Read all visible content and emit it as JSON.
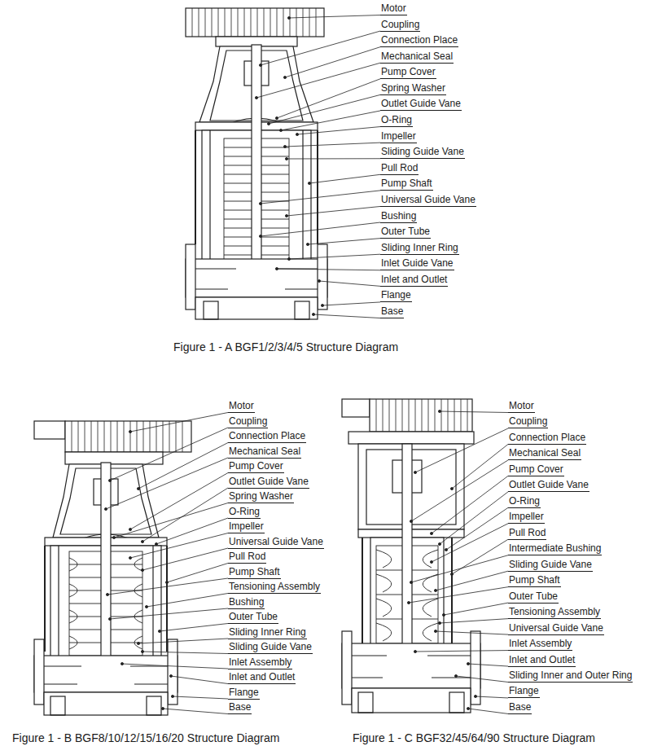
{
  "diagram": {
    "labels": [
      "Motor",
      "Coupling",
      "Connection Place",
      "Mechanical Seal",
      "Pump Cover",
      "Spring Washer",
      "Outlet Guide Vane",
      "O-Ring",
      "Impeller",
      "Sliding Guide Vane",
      "Pull Rod",
      "Pump Shaft",
      "Universal Guide Vane",
      "Bushing",
      "Outer Tube",
      "Sliding Inner Ring",
      "Inlet Guide Vane",
      "Inlet and Outlet",
      "Flange",
      "Base",
      "Figure 1 - A  BGF1/2/3/4/5 Structure Diagram",
      "Motor",
      "Coupling",
      "Connection Place",
      "Mechanical Seal",
      "Pump Cover",
      "Outlet Guide Vane",
      "Spring Washer",
      "O-Ring",
      "Impeller",
      "Universal Guide Vane",
      "Pull Rod",
      "Pump Shaft",
      "Tensioning Assembly",
      "Bushing",
      "Outer Tube",
      "Sliding Inner Ring",
      "Sliding Guide Vane",
      "Inlet Assembly",
      "Inlet and Outlet",
      "Flange",
      "Base",
      "Motor",
      "Coupling",
      "Connection Place",
      "Mechanical Seal",
      "Pump Cover",
      "Outlet Guide Vane",
      "O-Ring",
      "Impeller",
      "Pull Rod",
      "Intermediate Bushing",
      "Sliding Guide Vane",
      "Pump Shaft",
      "Outer Tube",
      "Tensioning Assembly",
      "Universal Guide Vane",
      "Inlet Assembly",
      "Inlet and Outlet",
      "Sliding Inner and Outer Ring",
      "Flange",
      "Base",
      "Figure 1 - B  BGF8/10/12/15/16/20 Structure Diagram",
      "Figure 1 - C  BGF32/45/64/90 Structure Diagram"
    ]
  }
}
